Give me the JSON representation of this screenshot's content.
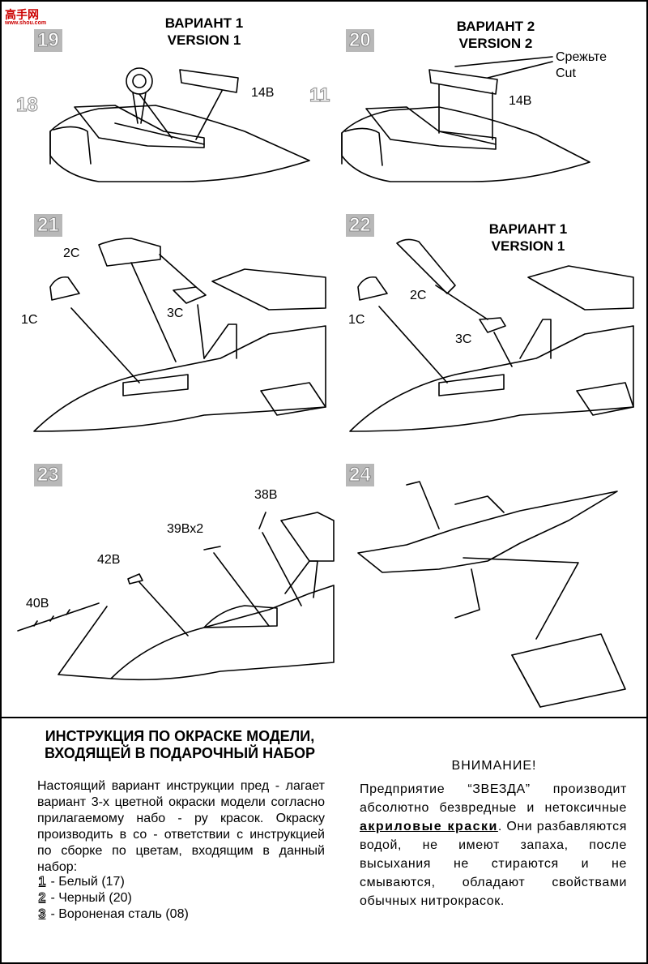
{
  "watermark": {
    "text": "高手网",
    "url": "www.shou.com"
  },
  "steps": {
    "s19": {
      "number": "19",
      "header1": "ВАРИАНТ 1",
      "header2": "VERSION 1",
      "ghost": "18",
      "part": "14В"
    },
    "s20": {
      "number": "20",
      "header1": "ВАРИАНТ 2",
      "header2": "VERSION 2",
      "ghost": "11",
      "part": "14В",
      "cut_ru": "Срежьте",
      "cut_en": "Cut"
    },
    "s21": {
      "number": "21",
      "parts": {
        "p1": "1С",
        "p2": "2С",
        "p3": "3С"
      }
    },
    "s22": {
      "number": "22",
      "header1": "ВАРИАНТ 1",
      "header2": "VERSION 1",
      "parts": {
        "p1": "1С",
        "p2": "2С",
        "p3": "3С"
      }
    },
    "s23": {
      "number": "23",
      "parts": {
        "p38": "38В",
        "p39": "39Вх2",
        "p42": "42В",
        "p40": "40В"
      }
    },
    "s24": {
      "number": "24"
    }
  },
  "painting": {
    "title": "ИНСТРУКЦИЯ ПО ОКРАСКЕ МОДЕЛИ, ВХОДЯЩЕЙ В ПОДАРОЧНЫЙ НАБОР",
    "text": "Настоящий вариант инструкции пред - лагает вариант 3-х цветной окраски модели согласно прилагаемому набо - ру красок. Окраску производить в со - ответствии с инструкцией по сборке по цветам, входящим в данный набор:",
    "colors": [
      {
        "num": "1",
        "label": "- Белый (17)"
      },
      {
        "num": "2",
        "label": "- Черный (20)"
      },
      {
        "num": "3",
        "label": "- Вороненая сталь (08)"
      }
    ]
  },
  "warning": {
    "title": "ВНИМАНИЕ!",
    "text_before": "Предприятие “ЗВЕЗДА” производит абсолютно безвредные и нетоксичные ",
    "bold": "акриловые краски",
    "text_after": ". Они разбавляются водой, не имеют запаха, после высыхания не стираются и не смываются, обладают свойствами обычных нитрокрасок."
  }
}
